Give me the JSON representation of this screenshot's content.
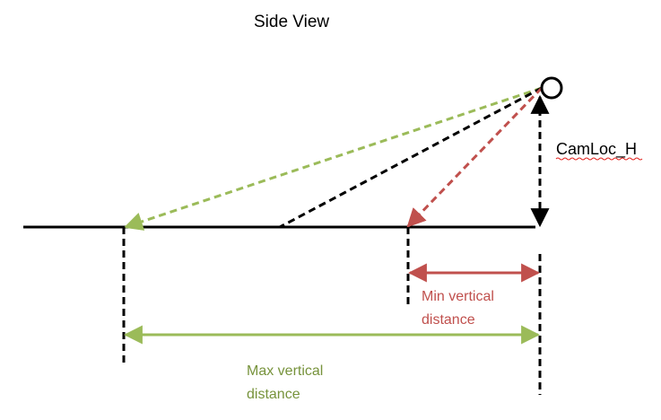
{
  "title": "Side View",
  "labels": {
    "camera_height": "CamLoc_H",
    "min_vertical_distance": [
      "Min vertical",
      "distance"
    ],
    "max_vertical_distance": [
      "Max vertical",
      "distance"
    ]
  },
  "colors": {
    "ground": "#000000",
    "black_ray": "#000000",
    "green_ray": "#9BBB59",
    "red_ray": "#C0504D",
    "min_text": "#C0504D",
    "max_text": "#77933C",
    "spellcheck_underline": "#E2211C"
  },
  "icons": {
    "camera": "camera-circle-icon"
  }
}
